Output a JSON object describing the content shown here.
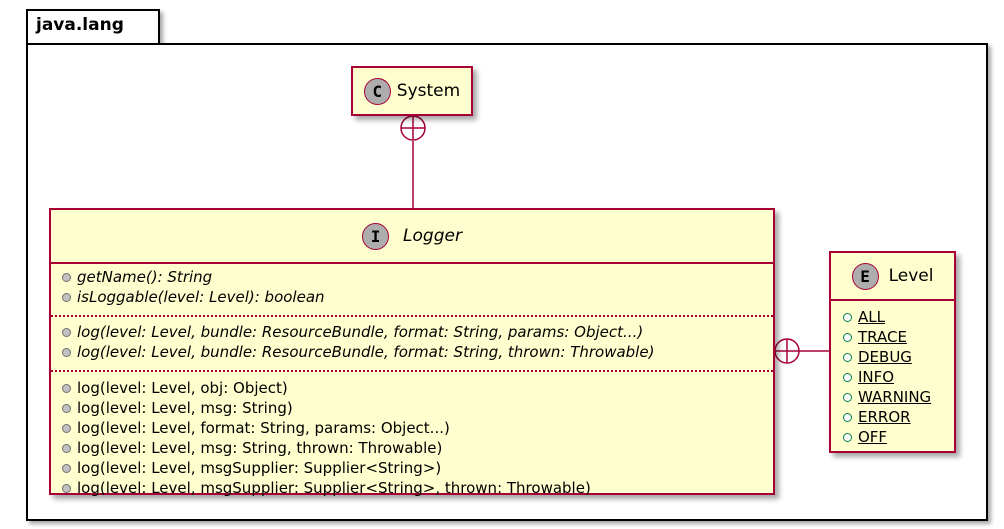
{
  "package": {
    "name": "java.lang"
  },
  "system": {
    "stereotype": "C",
    "name": "System"
  },
  "logger": {
    "stereotype": "I",
    "name": "Logger",
    "abstract_methods": [
      "getName(): String",
      "isLoggable(level: Level): boolean"
    ],
    "abstract_log_methods": [
      "log(level: Level, bundle: ResourceBundle, format: String, params: Object...)",
      "log(level: Level, bundle: ResourceBundle, format: String, thrown: Throwable)"
    ],
    "default_methods": [
      "log(level: Level, obj: Object)",
      "log(level: Level, msg: String)",
      "log(level: Level, format: String, params: Object...)",
      "log(level: Level, msg: String, thrown: Throwable)",
      "log(level: Level, msgSupplier: Supplier<String>)",
      "log(level: Level, msgSupplier: Supplier<String>, thrown: Throwable)"
    ]
  },
  "level": {
    "stereotype": "E",
    "name": "Level",
    "constants": [
      "ALL",
      "TRACE",
      "DEBUG",
      "INFO",
      "WARNING",
      "ERROR",
      "OFF"
    ]
  },
  "colors": {
    "class_fill": "#fefece",
    "class_border": "#a80036",
    "badge": "#adadad",
    "public_dot": "#84be84"
  }
}
